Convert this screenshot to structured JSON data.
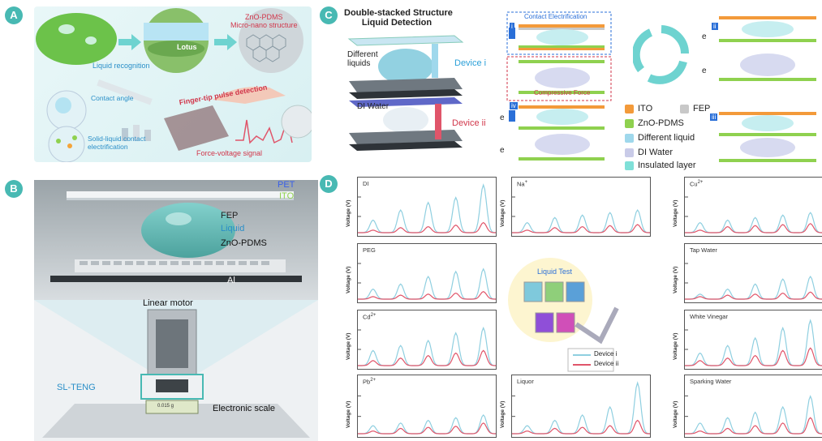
{
  "panels": {
    "a": "A",
    "b": "B",
    "c": "C",
    "d": "D"
  },
  "panel_a": {
    "lotus": "Lotus",
    "micro": "ZnO-PDMS\nMicro-nano structure",
    "micro_l1": "ZnO-PDMS",
    "micro_l2": "Micro-nano structure",
    "liquid_recognition": "Liquid recognition",
    "contact_angle": "Contact angle",
    "fingertip": "Finger-tip pulse detection",
    "solid_liquid_l1": "Solid-liquid contact",
    "solid_liquid_l2": "electrification",
    "force_voltage": "Force-voltage signal"
  },
  "panel_b": {
    "pet": "PET",
    "ito": "ITO",
    "fep": "FEP",
    "liquid": "Liquid",
    "zno": "ZnO-PDMS",
    "al": "Al",
    "linear_motor": "Linear motor",
    "sl_teng": "SL-TENG",
    "electronic_scale": "Electronic scale",
    "scale_reading": "0.015 g"
  },
  "panel_c": {
    "title_l1": "Double-stacked Structure",
    "title_l2": "Liquid Detection",
    "different_liquids_l1": "Different",
    "different_liquids_l2": "liquids",
    "di_water": "DI Water",
    "device_i": "Device i",
    "device_ii": "Device ii",
    "contact_electrification": "Contact Electrification",
    "compressive_force": "Compressive Force",
    "step_i": "i",
    "step_ii": "ii",
    "step_iii": "iii",
    "step_iv": "iv",
    "electron": "e",
    "legend": [
      {
        "label": "ITO",
        "color": "#f39a3a"
      },
      {
        "label": "FEP",
        "color": "#c8c8c8"
      },
      {
        "label": "ZnO-PDMS",
        "color": "#8fd14f"
      },
      {
        "label": "Different liquid",
        "color": "#9fd8ec"
      },
      {
        "label": "DI Water",
        "color": "#c9cbe8"
      },
      {
        "label": "Insulated layer",
        "color": "#7fe0d8"
      }
    ]
  },
  "panel_d": {
    "ylabel": "Voltage (V)",
    "liquid_test": "Liquid Test",
    "legend_device_i": "Device i",
    "legend_device_ii": "Device ii",
    "colors": {
      "device_i": "#8fcfe0",
      "device_ii": "#e0556a"
    },
    "charts": [
      {
        "name": "DI",
        "sup": "",
        "peaks_i": [
          0.25,
          0.45,
          0.6,
          0.7,
          0.95
        ],
        "peaks_ii": [
          0.05,
          0.1,
          0.12,
          0.15,
          0.2
        ]
      },
      {
        "name": "Na",
        "sup": "+",
        "peaks_i": [
          0.2,
          0.3,
          0.35,
          0.4,
          0.45
        ],
        "peaks_ii": [
          0.05,
          0.1,
          0.12,
          0.14,
          0.16
        ]
      },
      {
        "name": "Cu",
        "sup": "2+",
        "peaks_i": [
          0.2,
          0.25,
          0.3,
          0.35,
          0.4
        ],
        "peaks_ii": [
          0.05,
          0.12,
          0.14,
          0.16,
          0.18
        ]
      },
      {
        "name": "PEG",
        "sup": "",
        "peaks_i": [
          0.2,
          0.3,
          0.45,
          0.55,
          0.6
        ],
        "peaks_ii": [
          0.05,
          0.08,
          0.1,
          0.12,
          0.15
        ]
      },
      {
        "name": "Tap Water",
        "sup": "",
        "peaks_i": [
          0.1,
          0.2,
          0.3,
          0.4,
          0.45
        ],
        "peaks_ii": [
          0.05,
          0.08,
          0.1,
          0.12,
          0.14
        ]
      },
      {
        "name": "Cd",
        "sup": "2+",
        "peaks_i": [
          0.3,
          0.4,
          0.5,
          0.65,
          0.75
        ],
        "peaks_ii": [
          0.1,
          0.15,
          0.2,
          0.25,
          0.3
        ]
      },
      {
        "name": "White Vinegar",
        "sup": "",
        "peaks_i": [
          0.25,
          0.4,
          0.55,
          0.75,
          0.9
        ],
        "peaks_ii": [
          0.1,
          0.15,
          0.2,
          0.3,
          0.35
        ]
      },
      {
        "name": "Pb",
        "sup": "2+",
        "peaks_i": [
          0.15,
          0.2,
          0.25,
          0.3,
          0.35
        ],
        "peaks_ii": [
          0.05,
          0.1,
          0.12,
          0.14,
          0.2
        ]
      },
      {
        "name": "Liquor",
        "sup": "",
        "peaks_i": [
          0.15,
          0.25,
          0.35,
          0.5,
          0.95
        ],
        "peaks_ii": [
          0.05,
          0.1,
          0.12,
          0.15,
          0.25
        ]
      },
      {
        "name": "Sparking Water",
        "sup": "",
        "peaks_i": [
          0.2,
          0.3,
          0.4,
          0.5,
          0.7
        ],
        "peaks_ii": [
          0.05,
          0.1,
          0.15,
          0.2,
          0.3
        ]
      }
    ]
  }
}
